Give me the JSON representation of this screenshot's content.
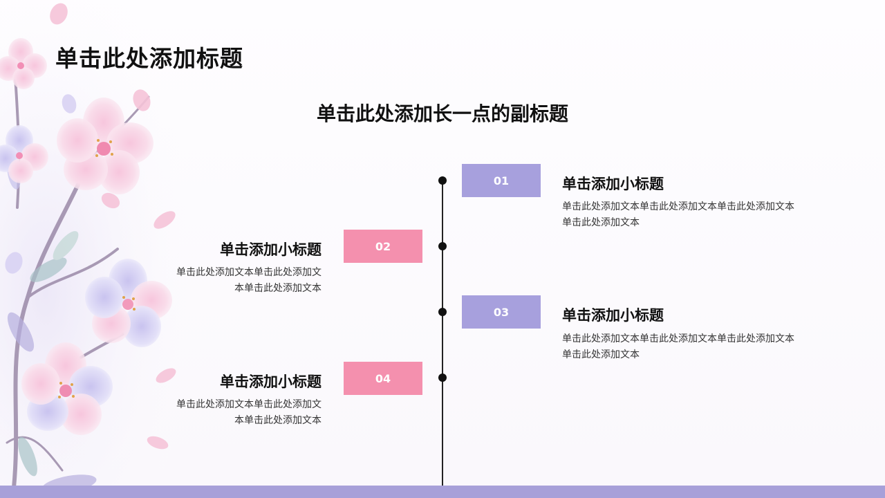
{
  "slide": {
    "title": "单击此处添加标题",
    "subtitle": "单击此处添加长一点的副标题"
  },
  "timeline": {
    "items": [
      {
        "number": "01",
        "heading": "单击添加小标题",
        "text_line1": "单击此处添加文本单击此处添加文本单击此处添加文本",
        "text_line2": "单击此处添加文本",
        "side": "right",
        "color": "#a7a0dd"
      },
      {
        "number": "02",
        "heading": "单击添加小标题",
        "text_line1": "单击此处添加文本单击此处添加文",
        "text_line2": "本单击此处添加文本",
        "side": "left",
        "color": "#f490ae"
      },
      {
        "number": "03",
        "heading": "单击添加小标题",
        "text_line1": "单击此处添加文本单击此处添加文本单击此处添加文本",
        "text_line2": "单击此处添加文本",
        "side": "right",
        "color": "#a7a0dd"
      },
      {
        "number": "04",
        "heading": "单击添加小标题",
        "text_line1": "单击此处添加文本单击此处添加文",
        "text_line2": "本单击此处添加文本",
        "side": "left",
        "color": "#f490ae"
      }
    ]
  },
  "colors": {
    "accent_purple": "#a7a0dd",
    "accent_pink": "#f490ae",
    "bottom_bar": "#a7a0d9",
    "timeline": "#222222"
  },
  "decoration": {
    "floral_icon": "cherry-blossom-branch-illustration"
  }
}
